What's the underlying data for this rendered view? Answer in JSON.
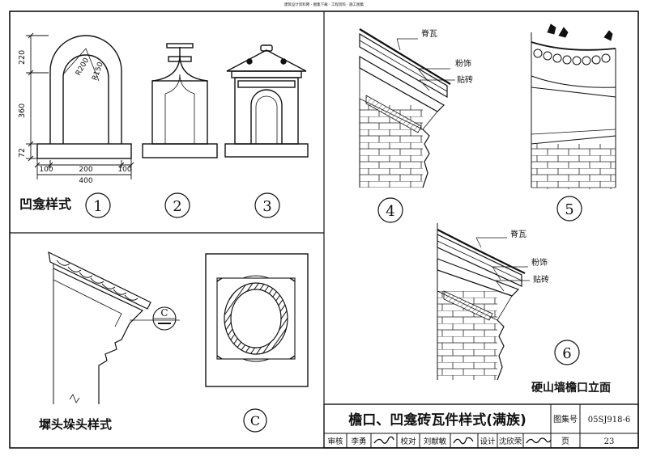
{
  "header_watermark": "建筑设计资料网 · 图集下载 · 工程资料 · 施工图集",
  "drawing": {
    "dims": {
      "d220": "220",
      "d360": "360",
      "d72": "72",
      "d100a": "100",
      "d200": "200",
      "d100b": "100",
      "d400": "400",
      "r200": "R200",
      "r150": "R150"
    },
    "niche_section_title": "凹龛样式",
    "detail_numbers": [
      "1",
      "2",
      "3",
      "4",
      "5",
      "6"
    ],
    "eave_labels": {
      "ridge_tile": "脊瓦",
      "plaster": "粉饰",
      "facing_brick": "贴砖"
    },
    "eave6_labels": {
      "ridge_tile": "脊瓦",
      "plaster": "粉饰",
      "facing_brick": "贴砖"
    },
    "gable_title": "硬山墙檐口立面",
    "wall_head_title": "墀头垛头样式",
    "section_mark": "C",
    "detail_c": "C"
  },
  "title_block": {
    "title": "檐口、凹龛砖瓦件样式(满族)",
    "atlas_label": "图集号",
    "atlas_no": "05SJ918-6",
    "page_label": "页",
    "page_no": "23",
    "review_label": "审核",
    "reviewer": "李勇",
    "check_label": "校对",
    "checker": "刘献敏",
    "design_label": "设计",
    "designer": "沈欣荣"
  }
}
